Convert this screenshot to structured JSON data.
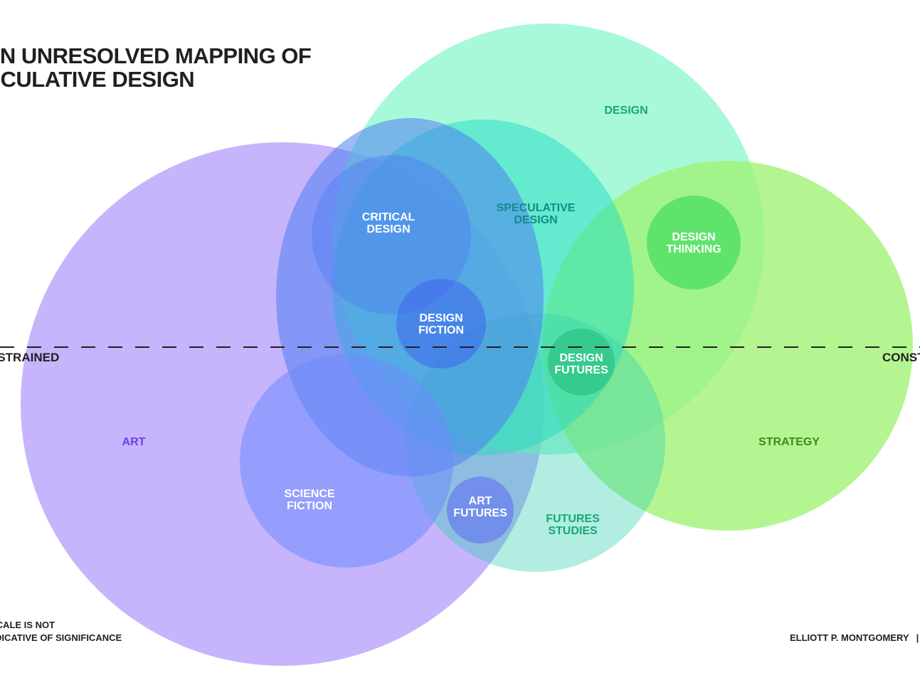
{
  "title": {
    "line1": "AN UNRESOLVED MAPPING OF",
    "line2": "SPECULATIVE DESIGN"
  },
  "axis": {
    "left_label": "UNCONSTRAINED",
    "right_label": "CONSTRAINED"
  },
  "note": {
    "line1": "SCALE IS NOT",
    "line2": "INDICATIVE OF SIGNIFICANCE"
  },
  "credit": {
    "author": "ELLIOTT P. MONTGOMERY",
    "separator": "|"
  },
  "colors": {
    "art": "#b9a4fb",
    "design": "#7ff5c9",
    "strategy": "#9ff272",
    "label_white": "#ffffff",
    "label_art": "#6a3ff0",
    "label_teal": "#14a878",
    "label_strategy": "#3f8a16",
    "text_dark": "#231f20"
  },
  "circles": [
    {
      "id": "art",
      "label": [
        "ART"
      ],
      "fill": "#b9a4fb",
      "opacity": 0.82,
      "label_color": "#6a3ff0"
    },
    {
      "id": "design",
      "label": [
        "DESIGN"
      ],
      "fill": "#7ff5c9",
      "opacity": 0.68,
      "label_color": "#14a878"
    },
    {
      "id": "strategy",
      "label": [
        "STRATEGY"
      ],
      "fill": "#9ff272",
      "opacity": 0.78,
      "label_color": "#3f8a16"
    },
    {
      "id": "speculative-design",
      "label": [
        "SPECULATIVE",
        "DESIGN"
      ],
      "fill": "#20dcc4",
      "opacity": 0.5,
      "label_color": "#138a8a"
    },
    {
      "id": "futures-studies",
      "label": [
        "FUTURES",
        "STUDIES"
      ],
      "fill": "#35d0b0",
      "opacity": 0.38,
      "label_color": "#14a878"
    },
    {
      "id": "big-blue",
      "label": [],
      "fill": "#4f7ff2",
      "opacity": 0.55,
      "label_color": "#ffffff"
    },
    {
      "id": "science-fiction",
      "label": [
        "SCIENCE",
        "FICTION"
      ],
      "fill": "#6d8dfb",
      "opacity": 0.55,
      "label_color": "#ffffff"
    },
    {
      "id": "critical-design",
      "label": [
        "CRITICAL",
        "DESIGN"
      ],
      "fill": "#4f7ff2",
      "opacity": 0.45,
      "label_color": "#ffffff"
    },
    {
      "id": "design-fiction",
      "label": [
        "DESIGN",
        "FICTION"
      ],
      "fill": "#3b5ff0",
      "opacity": 0.5,
      "label_color": "#ffffff"
    },
    {
      "id": "design-thinking",
      "label": [
        "DESIGN",
        "THINKING"
      ],
      "fill": "#45dc5e",
      "opacity": 0.7,
      "label_color": "#ffffff"
    },
    {
      "id": "design-futures",
      "label": [
        "DESIGN",
        "FUTURES"
      ],
      "fill": "#22b877",
      "opacity": 0.55,
      "label_color": "#ffffff"
    },
    {
      "id": "art-futures",
      "label": [
        "ART",
        "FUTURES"
      ],
      "fill": "#6a7ff0",
      "opacity": 0.75,
      "label_color": "#ffffff"
    }
  ]
}
